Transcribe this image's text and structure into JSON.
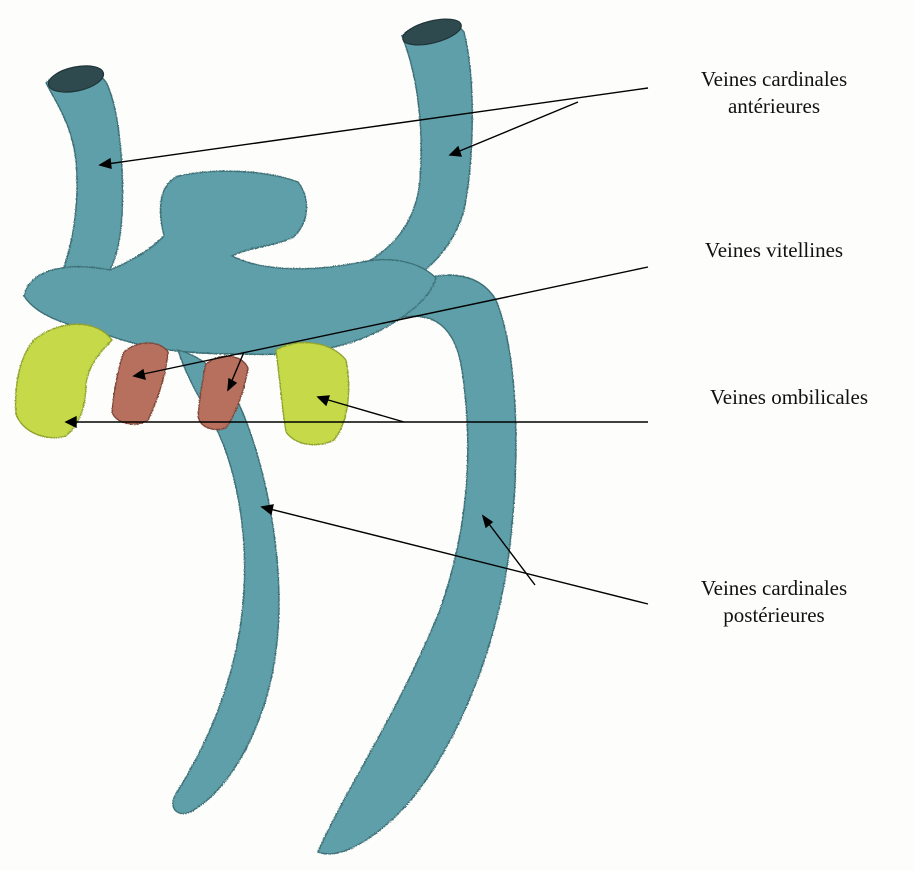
{
  "labels": {
    "anterior_cardinal": {
      "line1": "Veines cardinales",
      "line2": "antérieures"
    },
    "vitelline": "Veines vitellines",
    "umbilical": "Veines ombilicales",
    "posterior_cardinal": {
      "line1": "Veines cardinales",
      "line2": "postérieures"
    }
  },
  "colors": {
    "cardinal_vein": "#5c9ea8",
    "vitelline_vein": "#b8705f",
    "umbilical_vein": "#c9dc4a",
    "leader_line": "#000000"
  }
}
